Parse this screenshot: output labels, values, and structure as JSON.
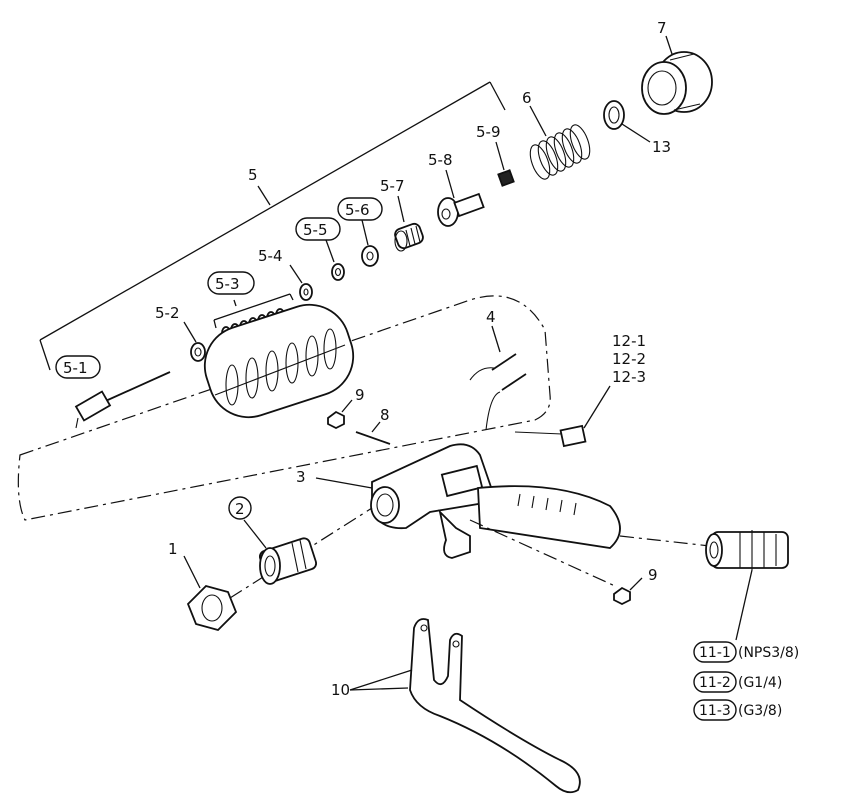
{
  "labels": {
    "p5": "5",
    "p5_1": "5-1",
    "p5_2": "5-2",
    "p5_3": "5-3",
    "p5_4": "5-4",
    "p5_5": "5-5",
    "p5_6": "5-6",
    "p5_7": "5-7",
    "p5_8": "5-8",
    "p5_9": "5-9",
    "p6": "6",
    "p7": "7",
    "p13": "13",
    "p4": "4",
    "p12_1": "12-1",
    "p12_2": "12-2",
    "p12_3": "12-3",
    "p9a": "9",
    "p8": "8",
    "p3": "3",
    "p2": "2",
    "p1": "1",
    "p9b": "9",
    "p10": "10",
    "p11_1": "11-1",
    "p11_1_spec": "(NPS3/8)",
    "p11_2": "11-2",
    "p11_2_spec": "(G1/4)",
    "p11_3": "11-3",
    "p11_3_spec": "(G3/8)"
  }
}
